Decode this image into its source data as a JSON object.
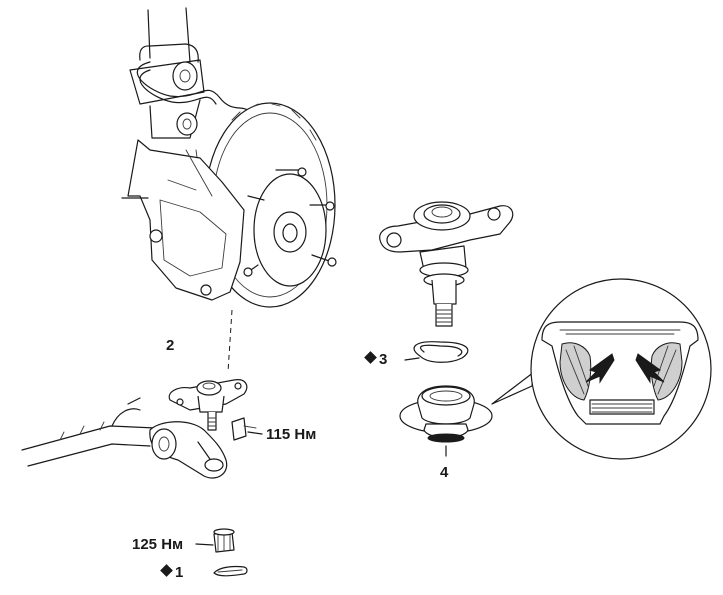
{
  "callouts": {
    "part_2": "2",
    "torque_bolt": "115 Нм",
    "torque_nut": "125 Нм",
    "part_1": "1",
    "part_3": "3",
    "part_4": "4"
  }
}
